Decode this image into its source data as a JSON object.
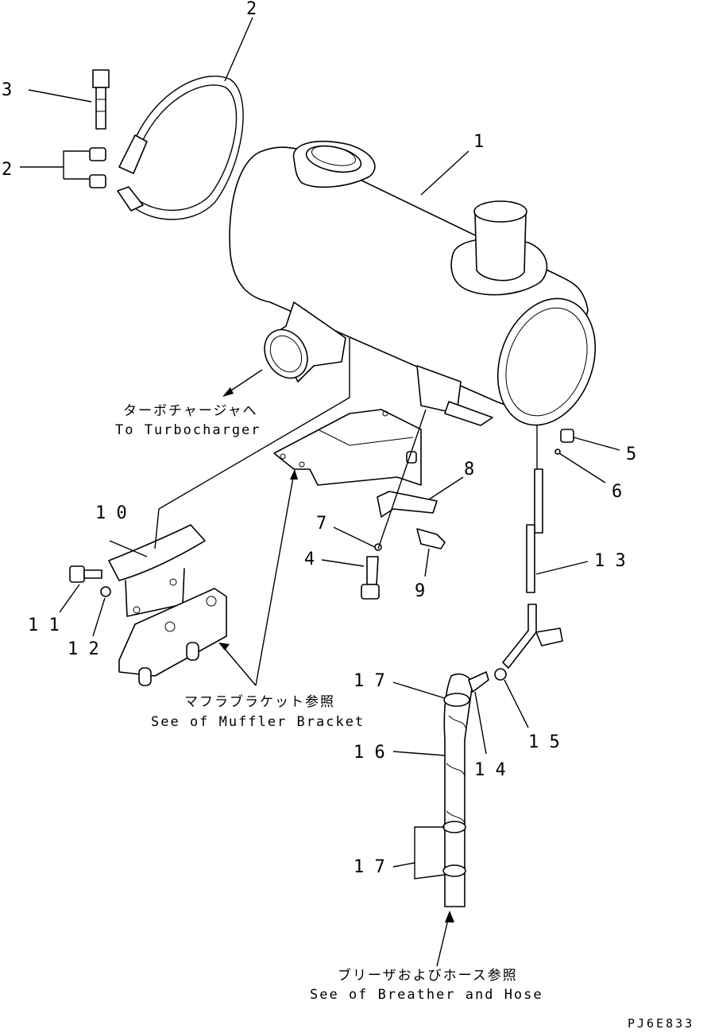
{
  "callouts": [
    {
      "id": "c1",
      "text": "1"
    },
    {
      "id": "c2a",
      "text": "2"
    },
    {
      "id": "c2b",
      "text": "2"
    },
    {
      "id": "c3",
      "text": "3"
    },
    {
      "id": "c4",
      "text": "4"
    },
    {
      "id": "c5",
      "text": "5"
    },
    {
      "id": "c6",
      "text": "6"
    },
    {
      "id": "c7",
      "text": "7"
    },
    {
      "id": "c8",
      "text": "8"
    },
    {
      "id": "c9",
      "text": "9"
    },
    {
      "id": "c10",
      "text": "1 0"
    },
    {
      "id": "c11",
      "text": "1 1"
    },
    {
      "id": "c12",
      "text": "1 2"
    },
    {
      "id": "c13",
      "text": "1 3"
    },
    {
      "id": "c14",
      "text": "1 4"
    },
    {
      "id": "c15",
      "text": "1 5"
    },
    {
      "id": "c16",
      "text": "1 6"
    },
    {
      "id": "c17a",
      "text": "1 7"
    },
    {
      "id": "c17b",
      "text": "1 7"
    }
  ],
  "notes": {
    "turbo_jp": "ターボチャージャへ",
    "turbo_en": "To Turbocharger",
    "bracket_jp": "マフラブラケット参照",
    "bracket_en": "See of Muffler Bracket",
    "breather_jp": "ブリーザおよびホース参照",
    "breather_en": "See of Breather and Hose"
  },
  "drawing_code": "PJ6E833"
}
